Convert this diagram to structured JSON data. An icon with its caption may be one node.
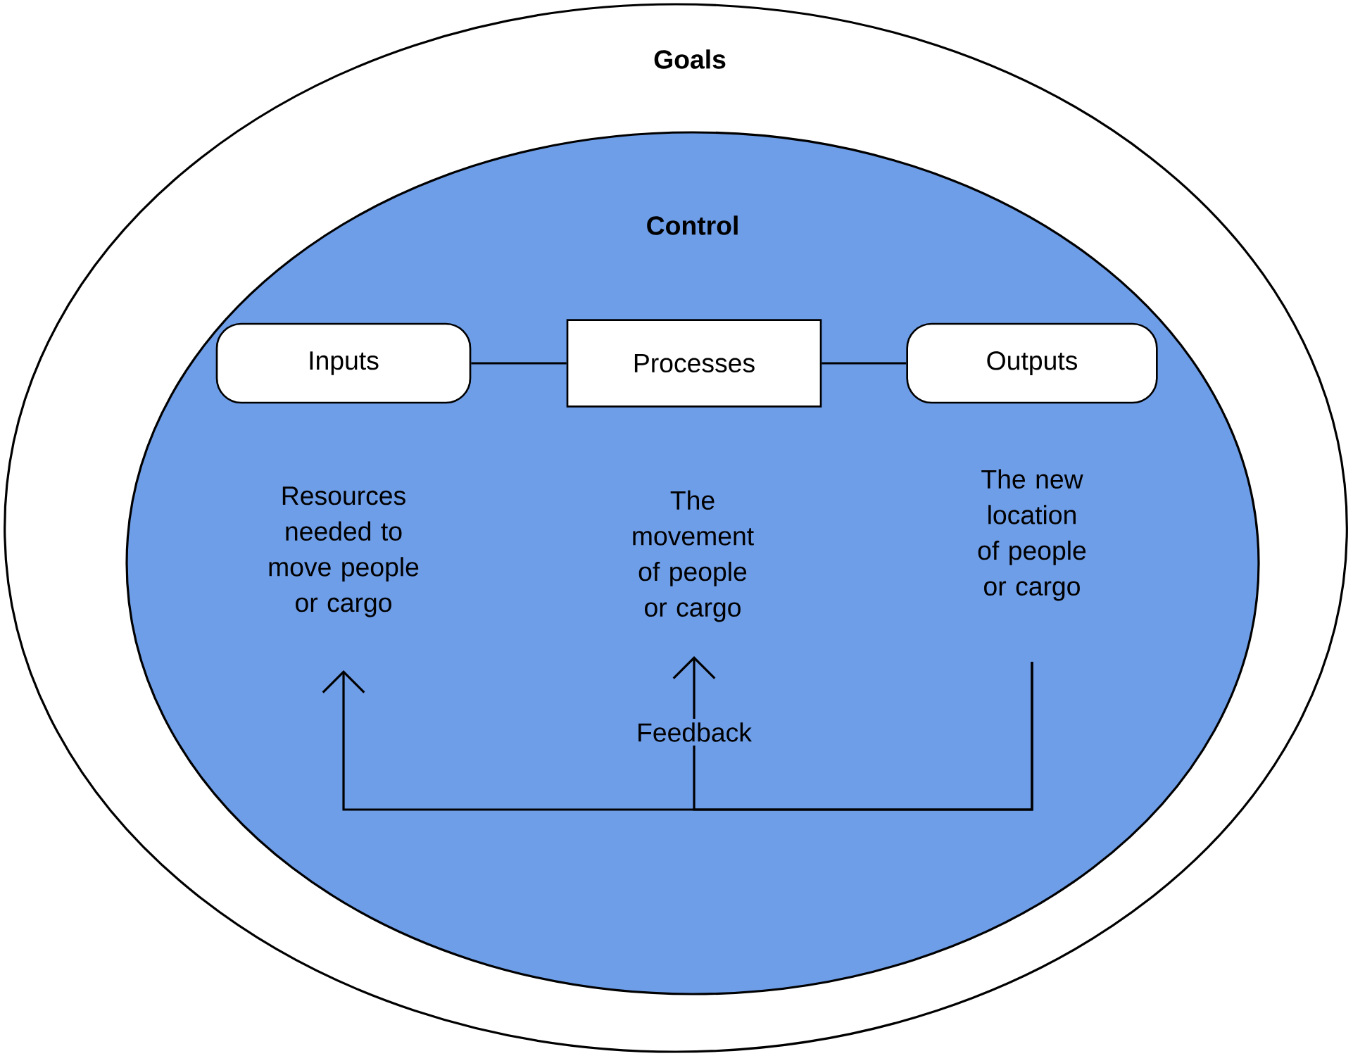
{
  "diagram": {
    "nodes": [
      {
        "text": [
          "Goals"
        ]
      },
      {
        "text": [
          "Control"
        ],
        "in": 0
      },
      {
        "text": [
          "Inputs"
        ],
        "in": 1,
        "beside": [
          "Resources needed to move people or cargo"
        ]
      },
      {
        "text": [
          "Processes"
        ],
        "in": 1,
        "beside": [
          "The movement of people or cargo"
        ]
      },
      {
        "text": [
          "Outputs"
        ],
        "in": 1,
        "beside": [
          "The new location of people or cargo"
        ]
      }
    ],
    "edges": [
      {
        "from": 2,
        "to": 3,
        "arrow": "none"
      },
      {
        "from": 3,
        "to": 4,
        "arrow": "none"
      },
      {
        "from": 4,
        "to": 2,
        "arrow": "to"
      },
      {
        "from": 4,
        "to": 3,
        "arrow": "to",
        "label": "Feedback"
      }
    ]
  }
}
